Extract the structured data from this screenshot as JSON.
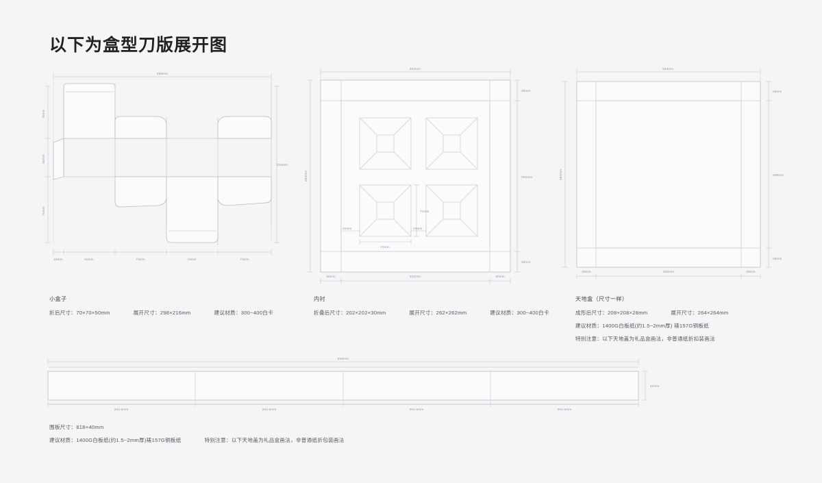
{
  "page": {
    "title": "以下为盒型刀版展开图",
    "background": "#f4f5f7",
    "line_color": "#b9bcc2",
    "dim_color": "#8f949b"
  },
  "box_small": {
    "caption": "小盒子",
    "folded_label": "折后尺寸：",
    "folded_value": "70×70×50mm",
    "flat_label": "展开尺寸：",
    "flat_value": "298×216mm",
    "material_label": "建议材质：",
    "material_value": "300~400白卡",
    "dims": {
      "top": "298mm",
      "right": "216mm",
      "left": [
        "70mm",
        "50mm",
        "70mm"
      ],
      "bottom": [
        "18mm",
        "50mm",
        "70mm",
        "70mm",
        "70mm"
      ]
    }
  },
  "insert": {
    "caption": "内衬",
    "folded_label": "折叠后尺寸：",
    "folded_value": "202×202×30mm",
    "flat_label": "展开尺寸：",
    "flat_value": "262×262mm",
    "material_label": "建议材质：",
    "material_value": "300~400白卡",
    "dims": {
      "top": "262mm",
      "left": "262mm",
      "right": [
        "30mm",
        "202mm",
        "30mm"
      ],
      "bottom": [
        "30mm",
        "202mm",
        "30mm"
      ],
      "cavity_width": "71mm",
      "cavity_height": "71mm",
      "gap_left": "20mm",
      "gap_right": "20mm"
    }
  },
  "lid": {
    "caption": "天地盒（尺寸一样）",
    "formed_label": "成形后尺寸：",
    "formed_value": "208×208×28mm",
    "flat_label": "展开尺寸：",
    "flat_value": "264×264mm",
    "material_label": "建议材质：",
    "material_value": "1400G白板纸(约1.5~2mm厚) 裱157G铜板纸",
    "note_label": "特别注意：",
    "note_value": "以下天地盖为礼品盒画法，非普通纸折扣装画法",
    "dims": {
      "top": "264mm",
      "left": "264mm",
      "right": [
        "28mm",
        "208mm",
        "28mm"
      ],
      "bottom": [
        "28mm",
        "208mm",
        "28mm"
      ]
    }
  },
  "wrap_strip": {
    "caption_label": "围板尺寸：",
    "caption_value": "818×40mm",
    "material_label": "建议材质：",
    "material_value": "1400G白板纸(约1.5~2mm厚)裱157G铜板纸",
    "note_label": "特别注意：",
    "note_value": "以下天地盖为礼品盒画法，非普通纸折包装画法",
    "dims": {
      "top": "818mm",
      "right": "40mm",
      "segments": [
        "204.5mm",
        "204.5mm",
        "204.5mm",
        "204.5mm"
      ]
    }
  }
}
